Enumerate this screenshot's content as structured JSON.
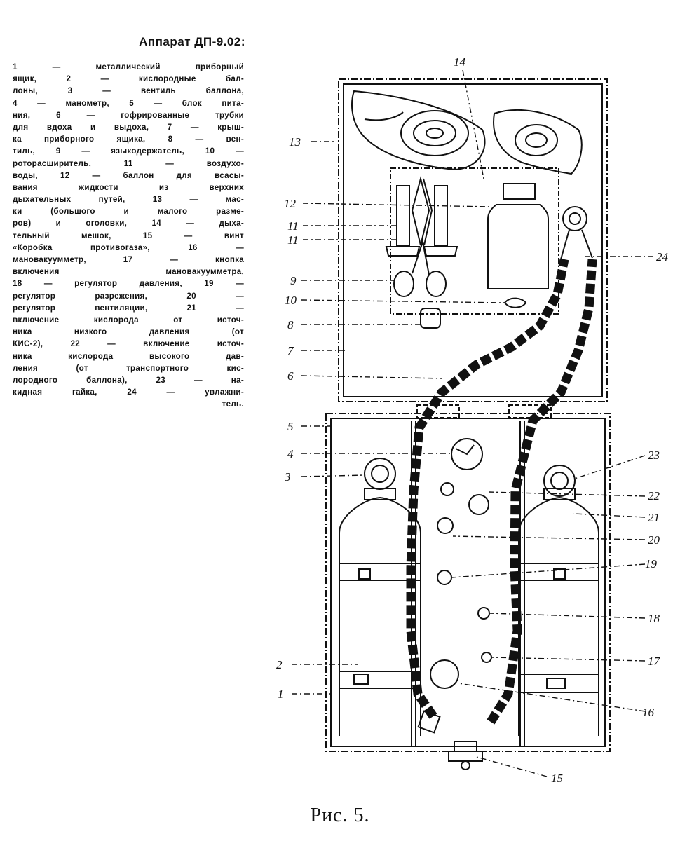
{
  "title": "Аппарат ДП-9.02:",
  "legend_lines": [
    "1 — металлический приборный",
    "ящик, 2 — кислородные бал-",
    "лоны, 3 — вентиль баллона,",
    "4 — манометр, 5 — блок пита-",
    "ния, 6 — гофрированные трубки",
    "для вдоха и выдоха, 7 — крыш-",
    "ка приборного ящика, 8 — вен-",
    "тиль, 9 — языкодержатель, 10 —",
    "роторасширитель, 11 — воздухо-",
    "воды, 12 — баллон для всасы-",
    "вания жидкости из верхних",
    "дыхательных путей, 13 — мас-",
    "ки (большого и малого разме-",
    "ров) и оголовки, 14 — дыха-",
    "тельный мешок, 15 — винт",
    "«Коробка противогаза», 16 —",
    "мановакуумметр, 17 — кнопка",
    "включения мановакуумметра,",
    "18 — регулятор давления, 19 —",
    "регулятор разрежения, 20 —",
    "регулятор вентиляции, 21 —",
    "включение кислорода от источ-",
    "ника низкого давления (от",
    "КИС-2), 22 — включение источ-",
    "ника кислорода высокого дав-",
    "ления (от транспортного кис-",
    "лородного баллона), 23 — на-",
    "кидная гайка, 24 — увлажни-",
    "тель."
  ],
  "callouts": {
    "n1": "1",
    "n2": "2",
    "n3": "3",
    "n4": "4",
    "n5": "5",
    "n6": "6",
    "n7": "7",
    "n8": "8",
    "n9": "9",
    "n10": "10",
    "n11a": "11",
    "n11b": "11",
    "n12": "12",
    "n13": "13",
    "n14": "14",
    "n15": "15",
    "n16": "16",
    "n17": "17",
    "n18": "18",
    "n19": "19",
    "n20": "20",
    "n21": "21",
    "n22": "22",
    "n23": "23",
    "n24": "24"
  },
  "caption": "Рис. 5."
}
